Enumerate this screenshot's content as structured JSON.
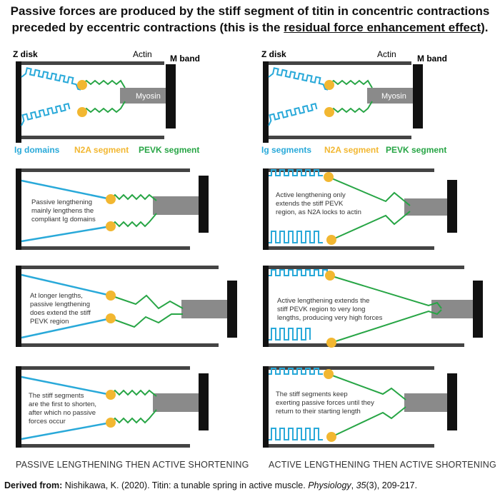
{
  "title": {
    "line1": "Passive forces are produced by the stiff segment of titin in concentric contractions",
    "line2_pre": "preceded by eccentric contractions (this is the ",
    "line2_link": "residual force enhancement effect",
    "line2_post": ")."
  },
  "left_top": {
    "z_disk": "Z disk",
    "actin": "Actin",
    "m_band": "M band",
    "myosin": "Myosin",
    "legend": [
      "Ig domains",
      "N2A segment",
      "PEVK segment"
    ]
  },
  "right_top": {
    "z_disk": "Z disk",
    "actin": "Actin",
    "m_band": "M band",
    "myosin": "Myosin",
    "legend": [
      "Ig segments",
      "N2A segment",
      "PEVK segment"
    ]
  },
  "panels": {
    "left_1": [
      "Passive lengthening",
      "mainly lengthens the",
      "compliant Ig domains"
    ],
    "left_2": [
      "At longer lengths,",
      "passive lengthening",
      "does extend the stiff",
      "PEVK region"
    ],
    "left_3": [
      "The stiff segments",
      "are the first to shorten,",
      "after which no passive",
      "forces occur"
    ],
    "right_1": [
      "Active lengthening only",
      "extends the stiff PEVK",
      "region, as N2A locks to actin"
    ],
    "right_2": [
      "Active lengthening extends the",
      "stiff PEVK region to very long",
      "lengths, producing very high forces"
    ],
    "right_3": [
      "The stiff segments keep",
      "exerting passive forces until they",
      "return to their starting length"
    ]
  },
  "captions": {
    "left": "PASSIVE LENGTHENING THEN ACTIVE SHORTENING",
    "right": "ACTIVE LENGTHENING THEN ACTIVE SHORTENING"
  },
  "reference": {
    "label": "Derived from:",
    "text_pre": " Nishikawa, K. (2020). Titin: a tunable spring in active muscle. ",
    "journal": "Physiology",
    "volume": "35",
    "text_post": "(3), 209-217."
  },
  "colors": {
    "ig": "#29a9d9",
    "n2a": "#f2b731",
    "pevk": "#27a545",
    "filament": "#444444",
    "myosin": "#8a8a8a"
  }
}
